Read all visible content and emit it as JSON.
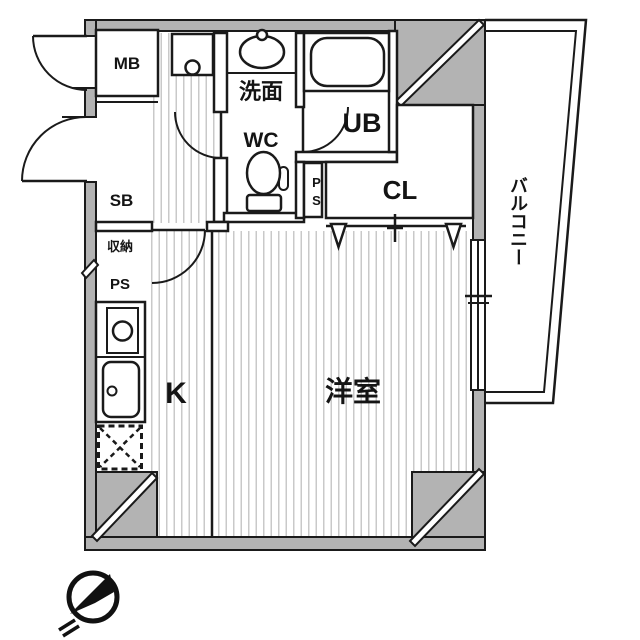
{
  "plan": {
    "title": "1K apartment floor plan",
    "rooms": {
      "mb": "MB",
      "senmen": "洗面",
      "wc": "WC",
      "ub": "UB",
      "ps_upper": "PS",
      "cl": "CL",
      "sb": "SB",
      "shuno": "収納",
      "ps_lower": "PS",
      "kitchen": "K",
      "yoshitsu": "洋室",
      "balcony": "バルコニー"
    },
    "colors": {
      "wall_fill": "#b3b3b3",
      "line": "#1a1a1a",
      "floor_stripe": "#c9c9c9"
    }
  }
}
